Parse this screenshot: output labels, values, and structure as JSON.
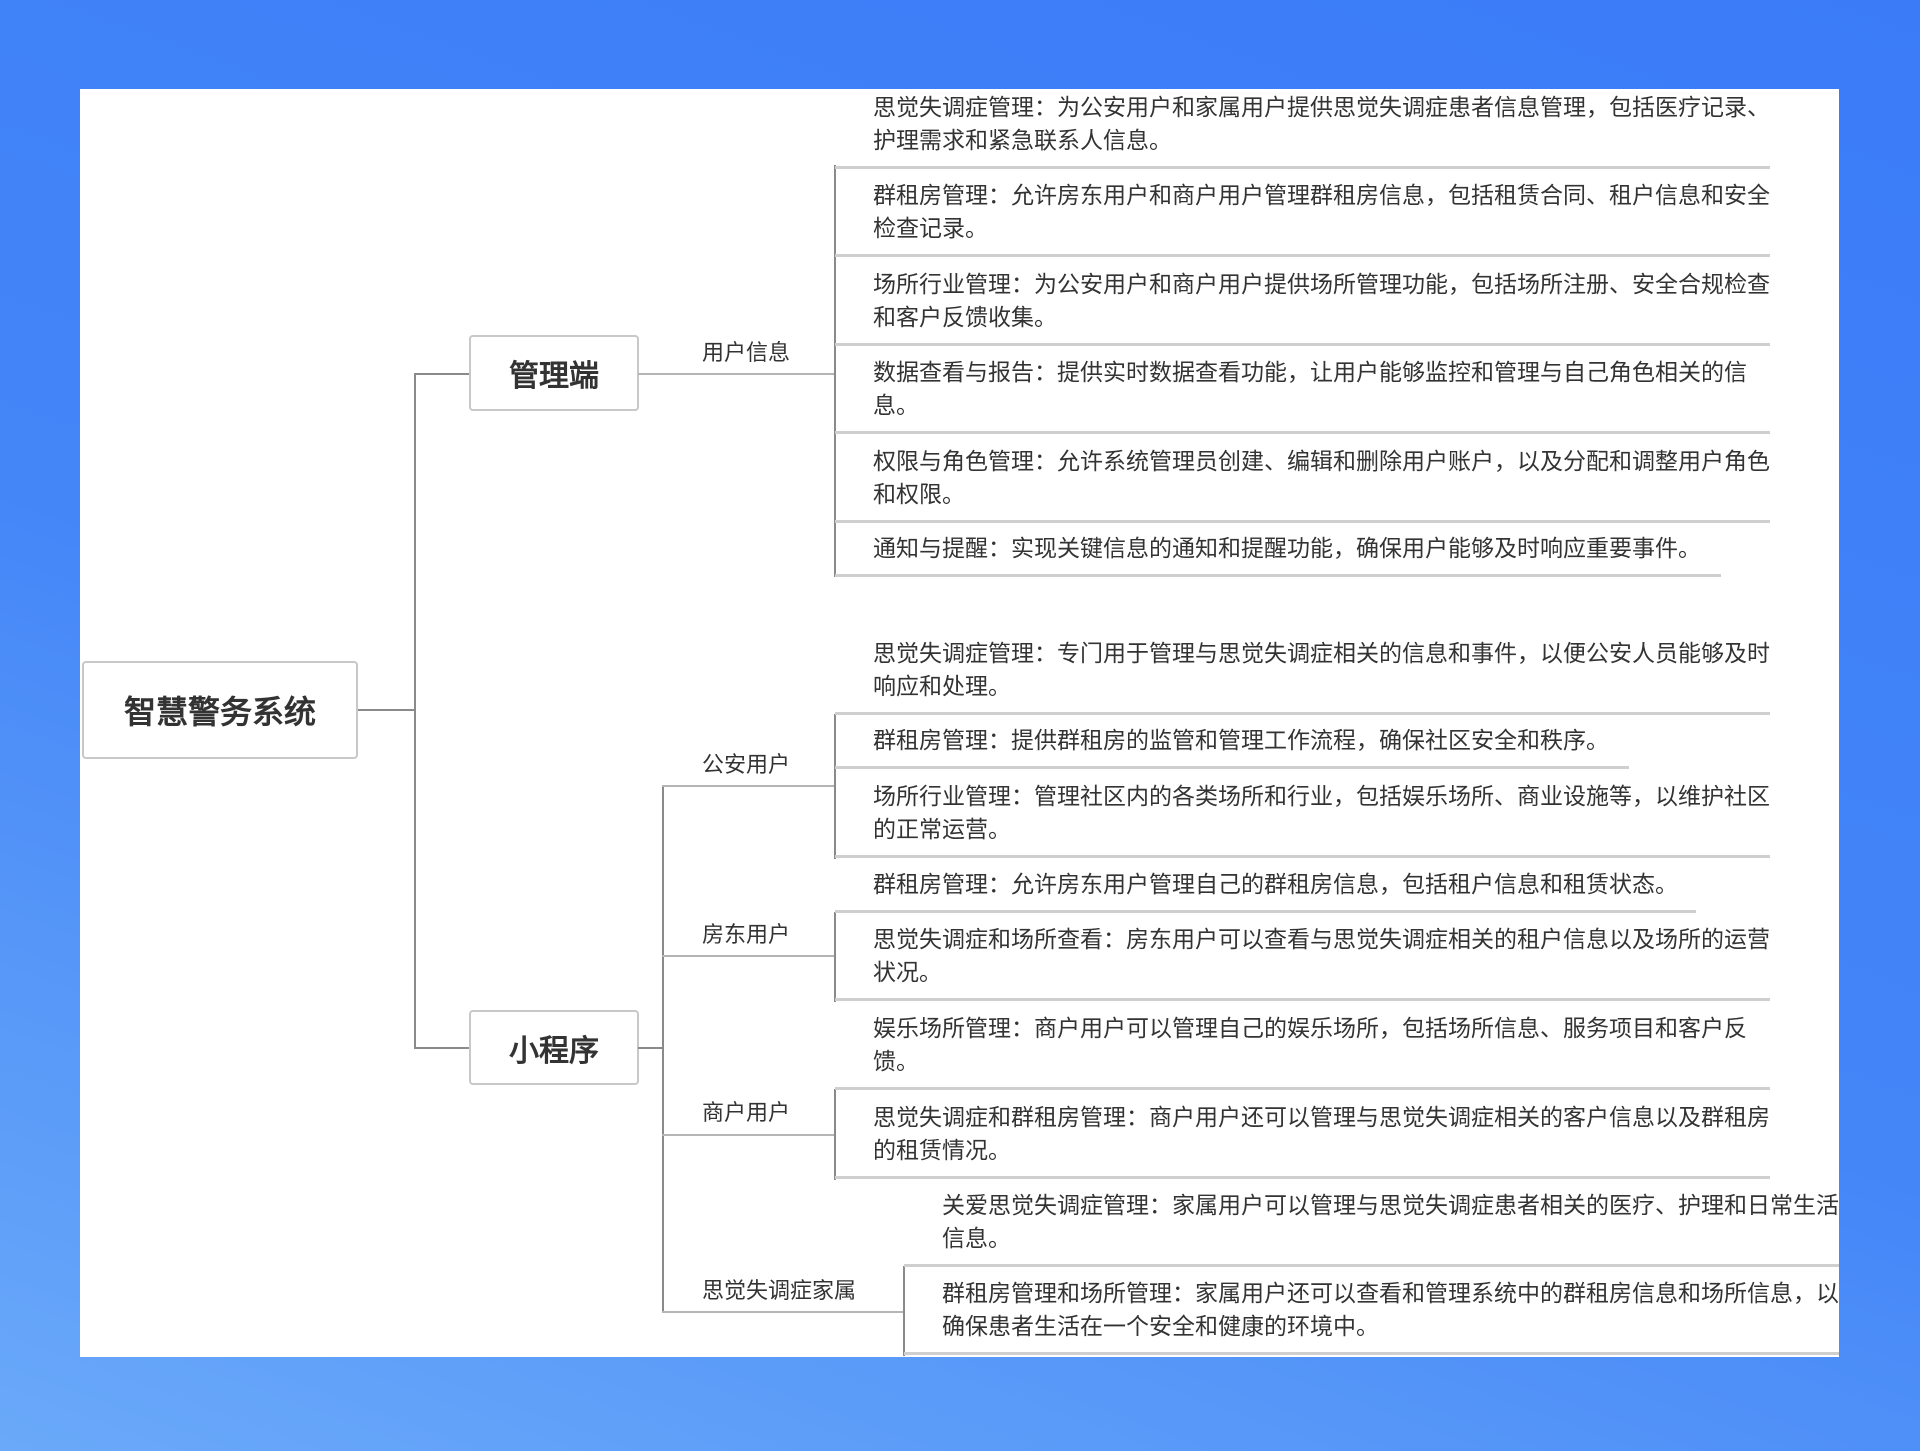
{
  "root": {
    "label": "智慧警务系统"
  },
  "admin": {
    "label": "管理端",
    "group": {
      "label": "用户信息",
      "items": [
        "思觉失调症管理：为公安用户和家属用户提供思觉失调症患者信息管理，包括医疗记录、护理需求和紧急联系人信息。",
        "群租房管理：允许房东用户和商户用户管理群租房信息，包括租赁合同、租户信息和安全检查记录。",
        "场所行业管理：为公安用户和商户用户提供场所管理功能，包括场所注册、安全合规检查和客户反馈收集。",
        "数据查看与报告：提供实时数据查看功能，让用户能够监控和管理与自己角色相关的信息。",
        "权限与角色管理：允许系统管理员创建、编辑和删除用户账户，以及分配和调整用户角色和权限。",
        "通知与提醒：实现关键信息的通知和提醒功能，确保用户能够及时响应重要事件。"
      ]
    }
  },
  "miniapp": {
    "label": "小程序",
    "groups": [
      {
        "label": "公安用户",
        "items": [
          "思觉失调症管理：专门用于管理与思觉失调症相关的信息和事件，以便公安人员能够及时响应和处理。",
          "群租房管理：提供群租房的监管和管理工作流程，确保社区安全和秩序。",
          "场所行业管理：管理社区内的各类场所和行业，包括娱乐场所、商业设施等，以维护社区的正常运营。"
        ]
      },
      {
        "label": "房东用户",
        "items": [
          "群租房管理：允许房东用户管理自己的群租房信息，包括租户信息和租赁状态。",
          "思觉失调症和场所查看：房东用户可以查看与思觉失调症相关的租户信息以及场所的运营状况。"
        ]
      },
      {
        "label": "商户用户",
        "items": [
          "娱乐场所管理：商户用户可以管理自己的娱乐场所，包括场所信息、服务项目和客户反馈。",
          "思觉失调症和群租房管理：商户用户还可以管理与思觉失调症相关的客户信息以及群租房的租赁情况。"
        ]
      },
      {
        "label": "思觉失调症家属",
        "items": [
          "关爱思觉失调症管理：家属用户可以管理与思觉失调症患者相关的医疗、护理和日常生活信息。",
          "群租房管理和场所管理：家属用户还可以查看和管理系统中的群租房信息和场所信息，以确保患者生活在一个安全和健康的环境中。"
        ]
      }
    ]
  },
  "colors": {
    "background": "#4486f8",
    "connector": "#8a8a8a",
    "underline": "#cfcfcf"
  }
}
